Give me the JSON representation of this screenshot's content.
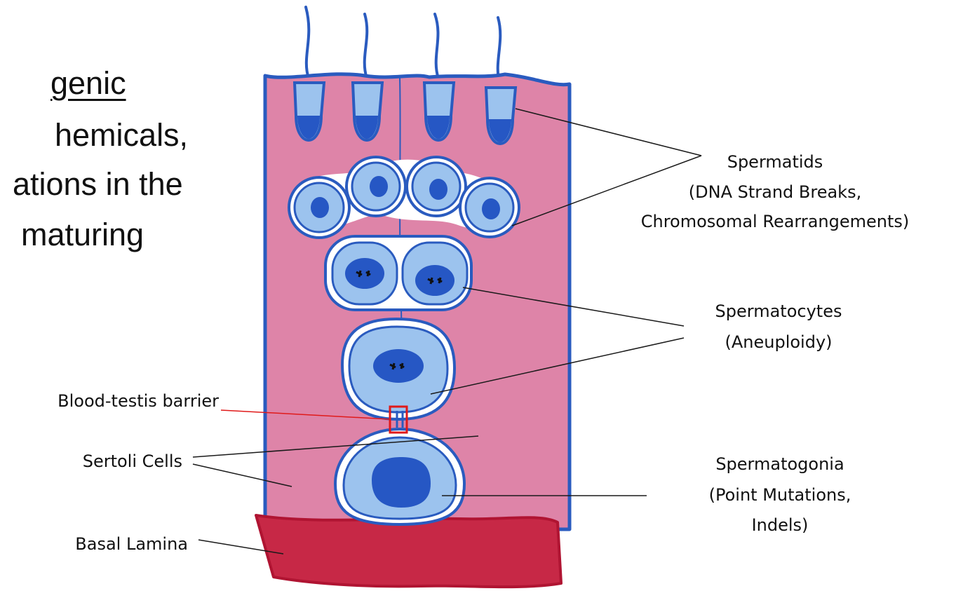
{
  "slide": {
    "heading": "genic",
    "body_lines": [
      "hemicals,",
      "ations in the",
      "maturing"
    ]
  },
  "diagram": {
    "labels": {
      "spermatids": [
        "Spermatids",
        "(DNA Strand Breaks,",
        "Chromosomal Rearrangements)"
      ],
      "spermatocytes": [
        "Spermatocytes",
        "(Aneuploidy)"
      ],
      "spermatogonia": [
        "Spermatogonia",
        "(Point Mutations,",
        "Indels)"
      ],
      "blood_testis_barrier": "Blood-testis barrier",
      "sertoli_cells": "Sertoli Cells",
      "basal_lamina": "Basal Lamina"
    },
    "colors": {
      "sertoli_tissue": "#de84a8",
      "cell_outline": "#2a5bbf",
      "cytoplasm": "#9cc3ee",
      "nucleus": "#2657c4",
      "basal_lamina": "#c72846",
      "barrier_marker": "#e01a1a",
      "leader_line": "#1a1a1a"
    }
  }
}
